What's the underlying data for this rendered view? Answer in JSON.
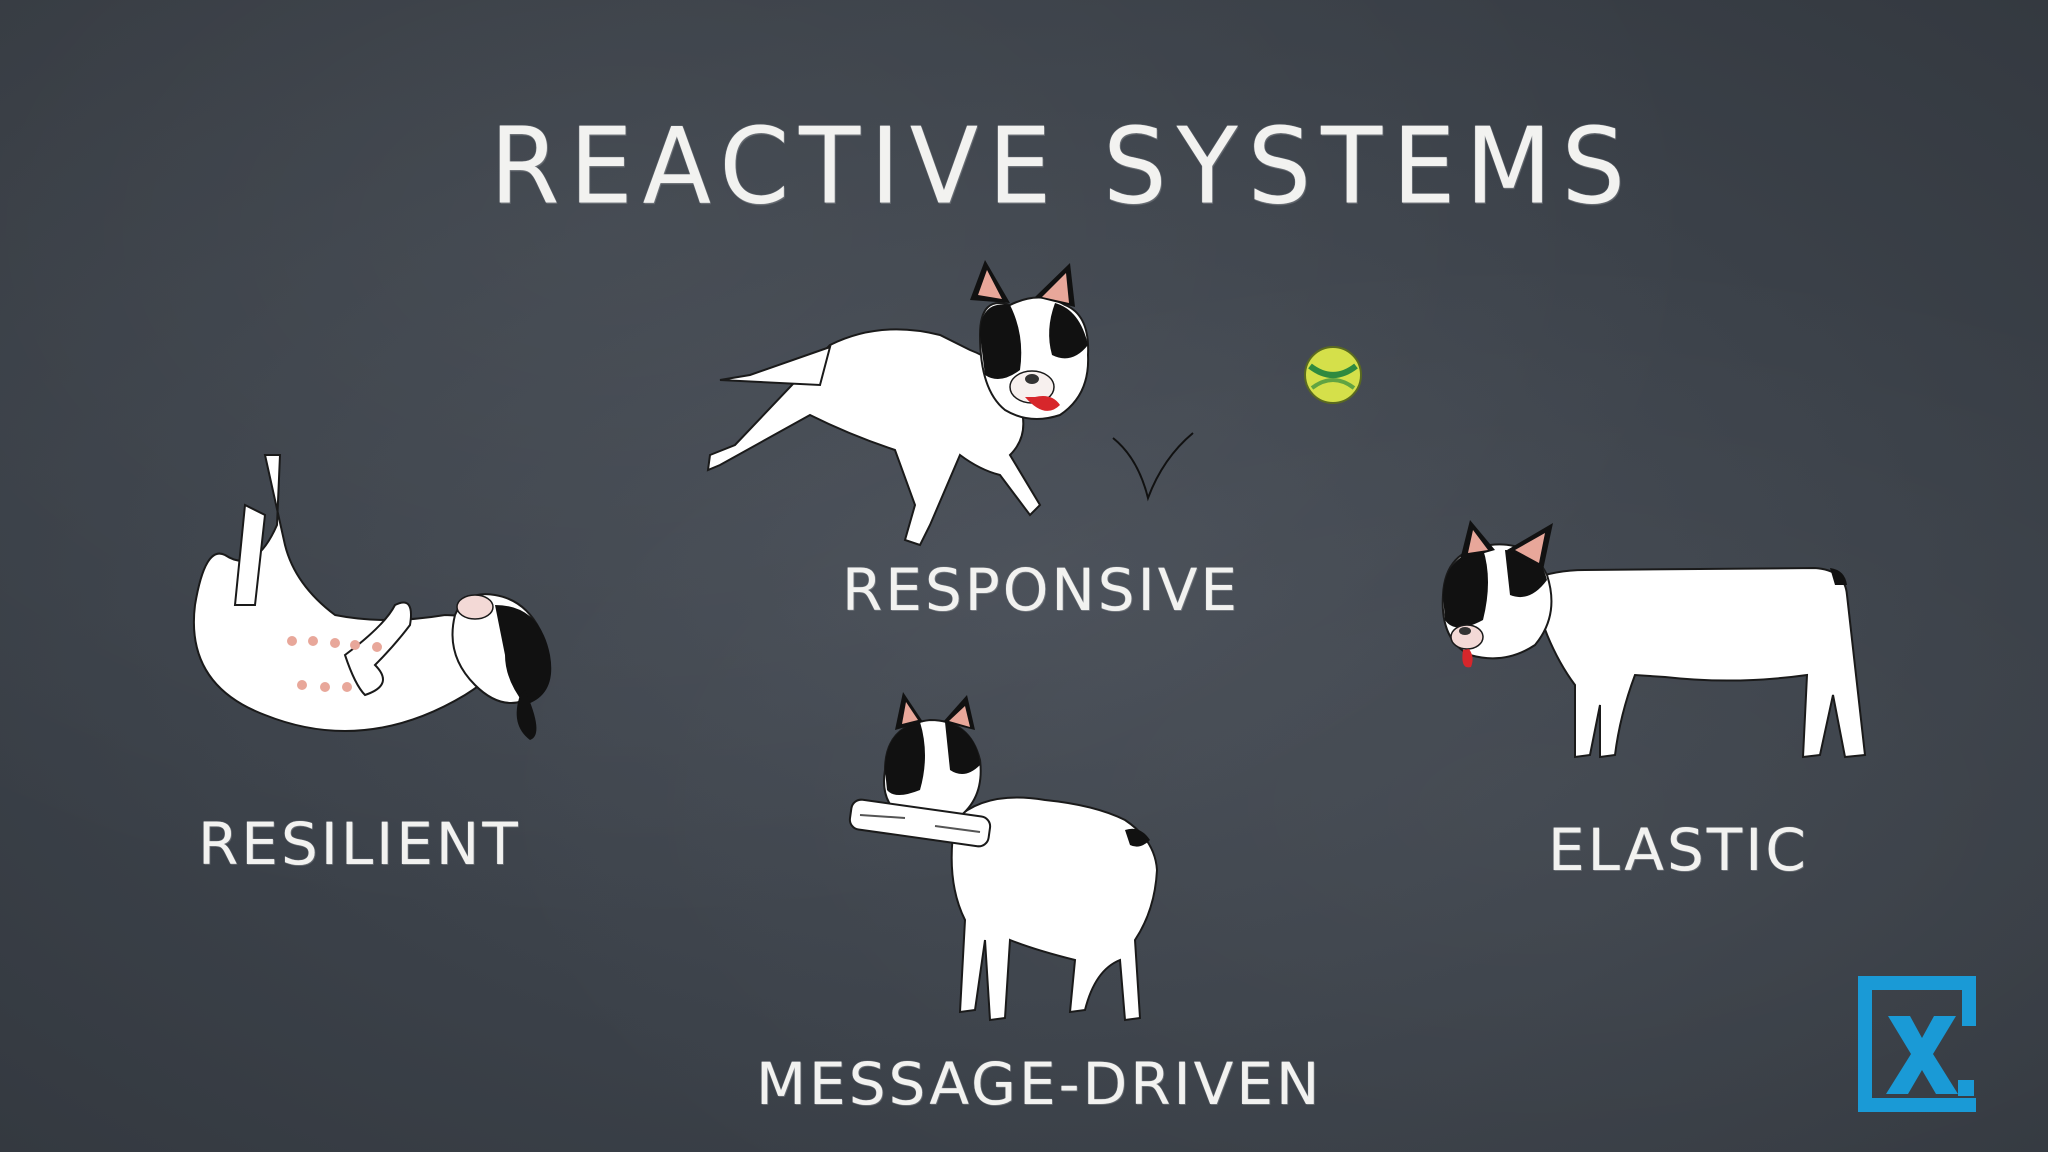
{
  "slide": {
    "title": "REACtIVE SYStEMS",
    "labels": {
      "responsive": "RESPONSIVE",
      "resilient": "RESILIEnt",
      "elastic": "ELAStIC",
      "message_driven": "MESSAGE-DRIVEN"
    }
  },
  "logo": {
    "letter": "x.",
    "color": "#1a9ad6"
  },
  "colors": {
    "background": "#3d434c",
    "chalk": "#f2f2f0",
    "dog_white": "#ffffff",
    "dog_black": "#111111",
    "ear_pink": "#e8a79a",
    "tongue": "#d7262b",
    "ball_yellow": "#d5e04a",
    "ball_green": "#2f8a3f"
  }
}
